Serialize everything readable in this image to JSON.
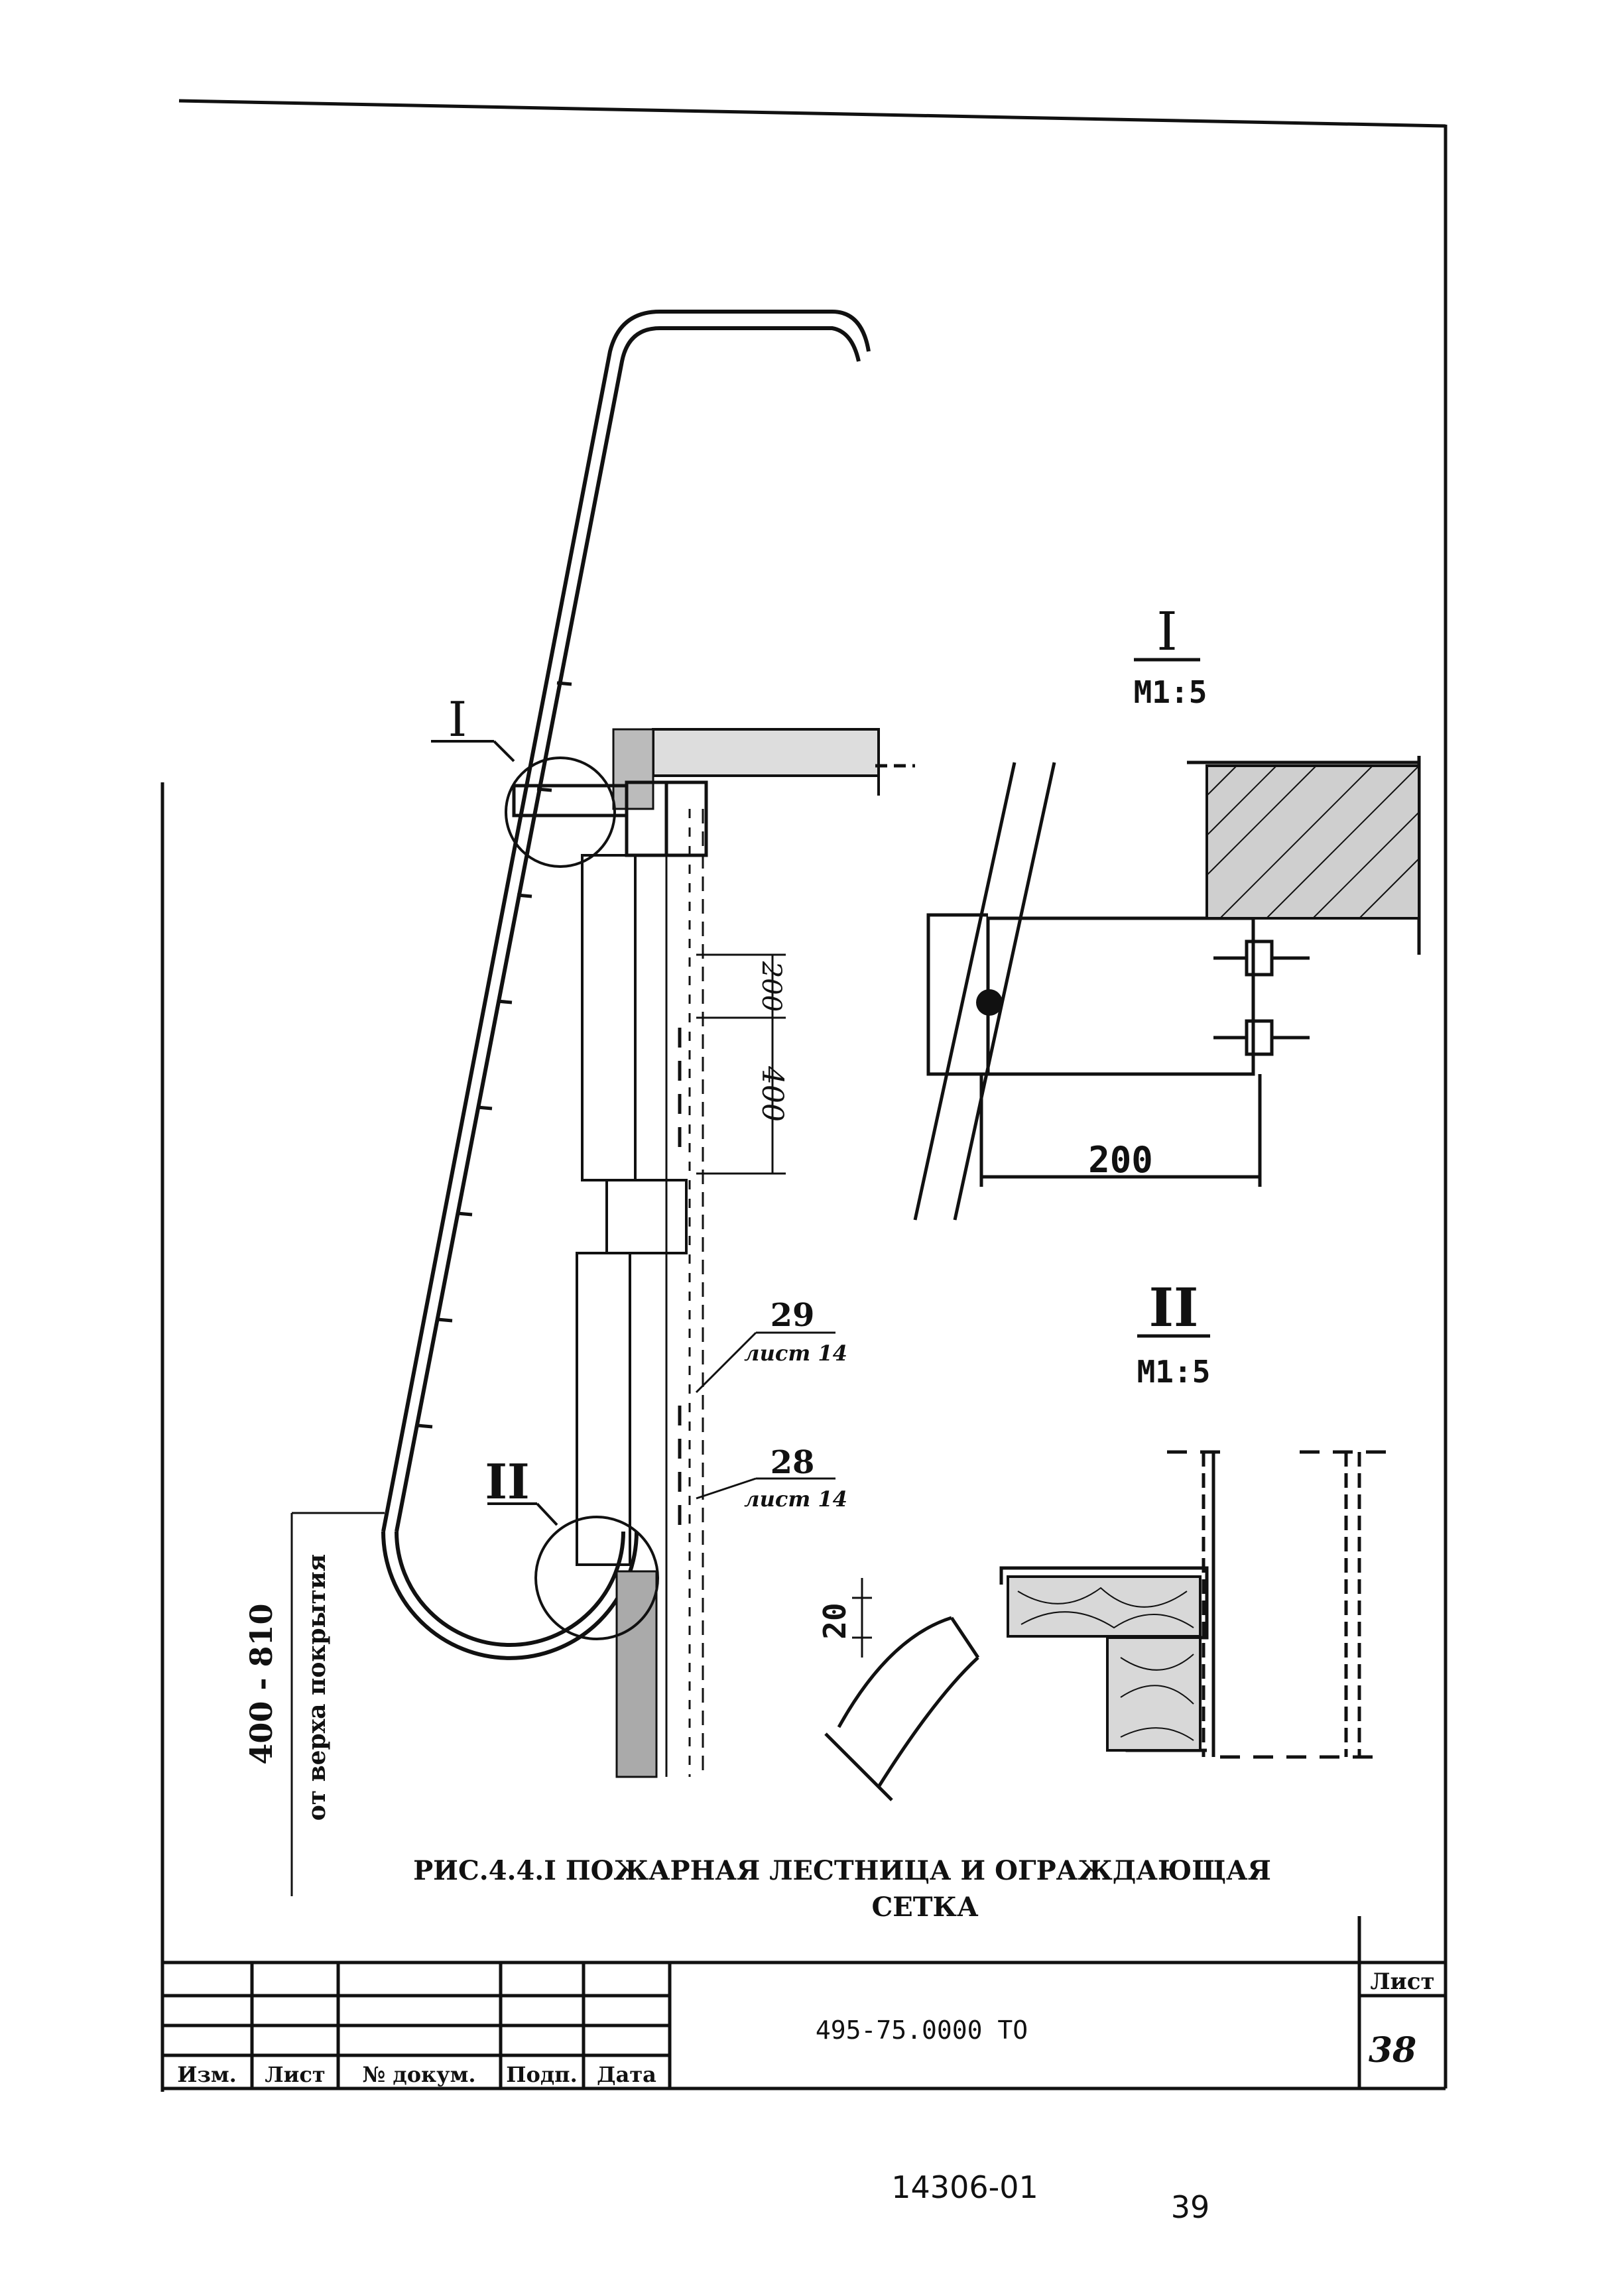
{
  "callouts": {
    "detail_one_mark": "I",
    "detail_two_mark": "II"
  },
  "detail_one": {
    "title": "I",
    "scale": "M1:5",
    "dim_200": "200"
  },
  "detail_two": {
    "title": "II",
    "scale": "M1:5",
    "dim_20": "20"
  },
  "main_dims": {
    "dim_200": "200",
    "dim_400": "400",
    "height_range": "400 - 810",
    "height_ref": "от верха покрытия"
  },
  "leaders": {
    "part_29": "29",
    "part_29_sheet": "лист 14",
    "part_28": "28",
    "part_28_sheet": "лист 14"
  },
  "caption": {
    "line1": "РИС.4.4.I  ПОЖАРНАЯ ЛЕСТНИЦА И ОГРАЖДАЮЩАЯ",
    "line2": "СЕТКА"
  },
  "title_block": {
    "col_izm": "Изм.",
    "col_list": "Лист",
    "col_doc": "№ докум.",
    "col_podp": "Подп.",
    "col_date": "Дата",
    "designation": "495-75.0000 ТО",
    "sheet_label": "Лист",
    "sheet_number": "38"
  },
  "footer": {
    "code": "14306-01",
    "page_number": "39"
  }
}
